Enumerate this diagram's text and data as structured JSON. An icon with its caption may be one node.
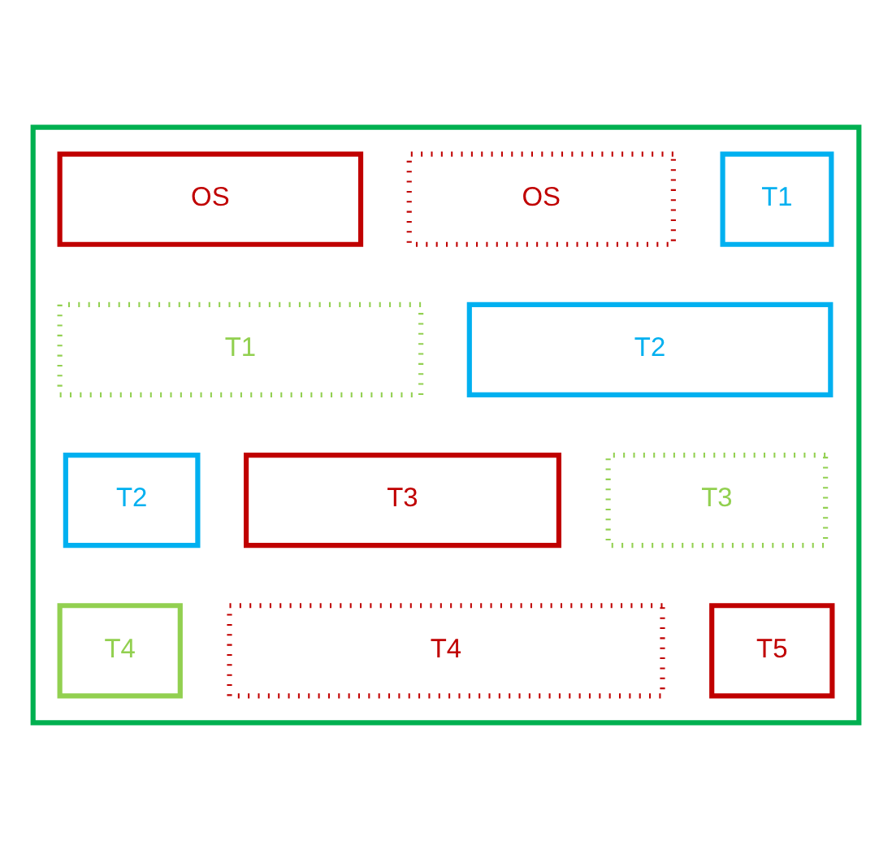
{
  "diagram": {
    "nodes": [
      {
        "text": [],
        "shape": "box"
      },
      {
        "text": [
          "OS"
        ],
        "in": 0
      },
      {
        "text": [
          "OS"
        ],
        "in": 0
      },
      {
        "text": [
          "T1"
        ],
        "in": 0
      },
      {
        "text": [
          "T1"
        ],
        "in": 0
      },
      {
        "text": [
          "T2"
        ],
        "in": 0
      },
      {
        "text": [
          "T2"
        ],
        "in": 0
      },
      {
        "text": [
          "T3"
        ],
        "in": 0
      },
      {
        "text": [
          "T3"
        ],
        "in": 0
      },
      {
        "text": [
          "T4"
        ],
        "in": 0
      },
      {
        "text": [
          "T4"
        ],
        "in": 0
      },
      {
        "text": [
          "T5"
        ],
        "in": 0
      }
    ],
    "edges": []
  }
}
